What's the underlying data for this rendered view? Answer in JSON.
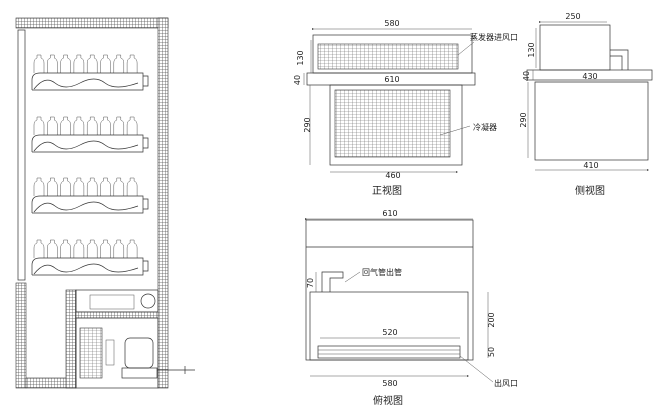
{
  "front_view": {
    "title": "正视图",
    "dim_top": "580",
    "dim_upper_h": "130",
    "dim_flange_h": "40",
    "dim_flange_w": "610",
    "dim_lower_h": "290",
    "dim_bottom": "460",
    "label_evaporator_inlet": "蒸发器进风口",
    "label_condenser": "冷凝器"
  },
  "side_view": {
    "title": "侧视图",
    "dim_top": "250",
    "dim_upper_h": "130",
    "dim_flange_h": "40",
    "dim_flange_w": "430",
    "dim_lower_h": "290",
    "dim_bottom": "410"
  },
  "top_view": {
    "title": "俯视图",
    "dim_top": "610",
    "dim_pipe": "70",
    "label_return_pipe": "回气管出管",
    "dim_depth": "200",
    "dim_outlet_w": "520",
    "dim_outlet_h": "50",
    "dim_bottom": "580",
    "label_air_outlet": "出风口"
  },
  "colors": {
    "line": "#333333",
    "hatch": "#555555"
  }
}
